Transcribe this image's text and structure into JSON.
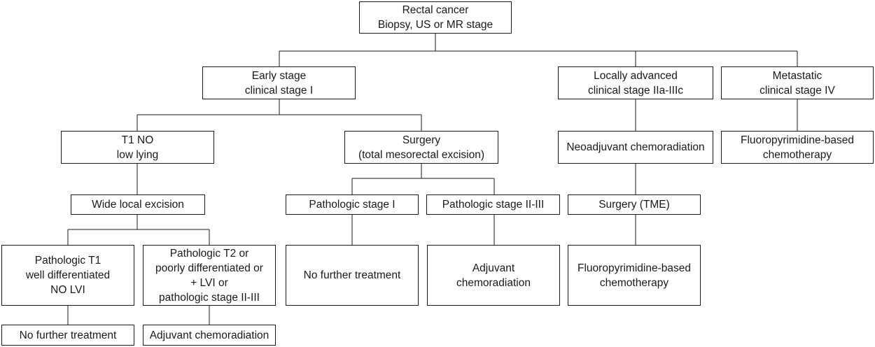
{
  "nodes": {
    "rectal_cancer": "Rectal cancer\nBiopsy, US or MR stage",
    "early_stage": "Early stage\nclinical stage I",
    "locally_advanced": "Locally advanced\nclinical stage IIa-IIIc",
    "metastatic": "Metastatic\nclinical stage IV",
    "t1_n0": "T1 NO\nlow lying",
    "surgery_tme_total": "Surgery\n(total mesorectal excision)",
    "neoadjuvant": "Neoadjuvant chemoradiation",
    "fluoro_metastatic": "Fluoropyrimidine-based\nchemotherapy",
    "wide_local_excision": "Wide local excision",
    "path_stage_1": "Pathologic stage I",
    "path_stage_2_3": "Pathologic stage II-III",
    "surgery_tme": "Surgery (TME)",
    "path_t1": "Pathologic T1\nwell differentiated\nNO LVI",
    "path_t2": "Pathologic T2 or\npoorly differentiated or\n+ LVI or\npathologic stage II-III",
    "no_further_mid": "No further treatment",
    "adjuvant_mid": "Adjuvant\nchemoradiation",
    "fluoro_local": "Fluoropyrimidine-based\nchemotherapy",
    "no_further_left": "No further treatment",
    "adjuvant_left": "Adjuvant chemoradiation"
  }
}
